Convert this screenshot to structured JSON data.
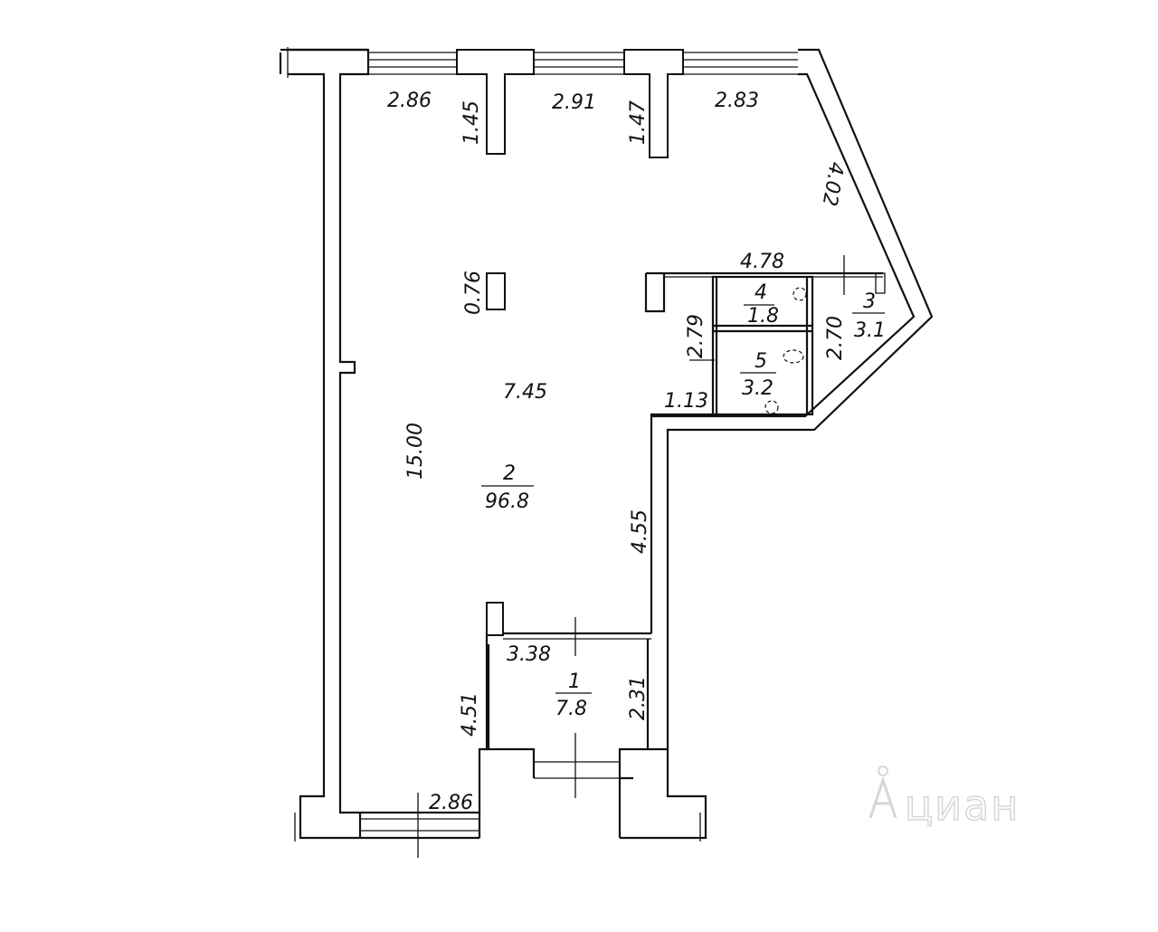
{
  "rooms": [
    {
      "number": "1",
      "area": "7.8"
    },
    {
      "number": "2",
      "area": "96.8"
    },
    {
      "number": "3",
      "area": "3.1"
    },
    {
      "number": "4",
      "area": "1.8"
    },
    {
      "number": "5",
      "area": "3.2"
    }
  ],
  "dimensions": {
    "top_window_1": "2.86",
    "top_pier_1": "1.45",
    "top_window_2": "2.91",
    "top_pier_2": "1.47",
    "top_window_3": "2.83",
    "diagonal_wall": "4.02",
    "service_width": "4.78",
    "column": "0.76",
    "hall_width": "7.45",
    "hall_length": "15.00",
    "room4_5_height": "2.79",
    "room3_height": "2.70",
    "niche": "1.13",
    "right_wall": "4.55",
    "vestibule_width": "3.38",
    "vestibule_depth": "2.31",
    "left_lower": "4.51",
    "bottom_window": "2.86"
  },
  "watermark": "циан",
  "colors": {
    "line": "#111111",
    "background": "#ffffff",
    "watermark": "#d6d6d6"
  }
}
